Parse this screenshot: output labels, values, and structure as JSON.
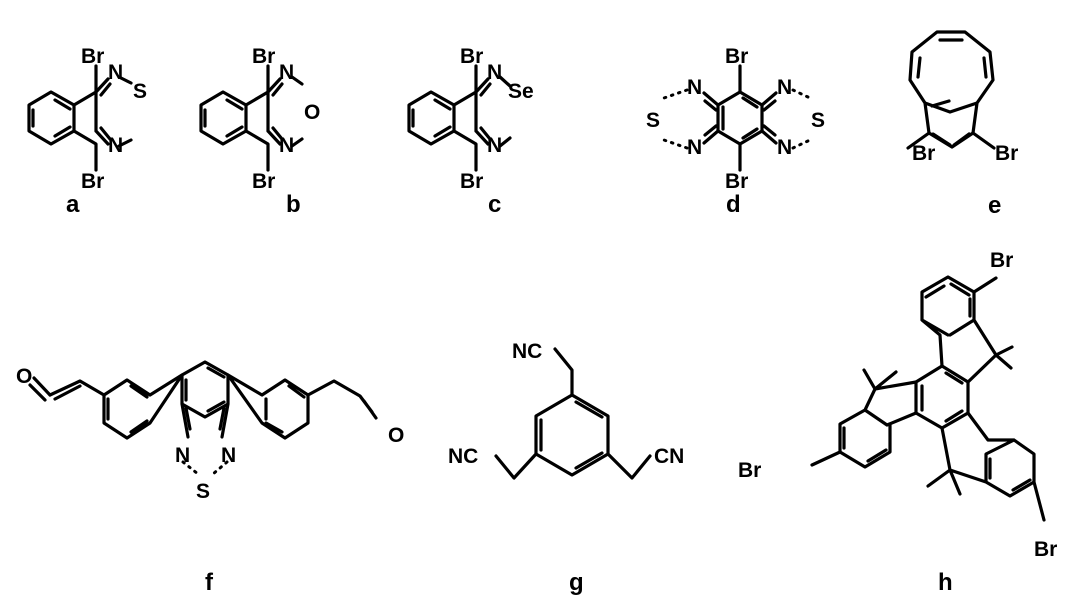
{
  "compounds": [
    {
      "label": "a",
      "atoms": {
        "top": "Br",
        "bottom": "Br",
        "n1": "N",
        "n2": "N",
        "het": "S"
      }
    },
    {
      "label": "b",
      "atoms": {
        "top": "Br",
        "bottom": "Br",
        "n1": "N",
        "n2": "N",
        "het": "O"
      }
    },
    {
      "label": "c",
      "atoms": {
        "top": "Br",
        "bottom": "Br",
        "n1": "N",
        "n2": "N",
        "het": "Se"
      }
    },
    {
      "label": "d",
      "atoms": {
        "top": "Br",
        "bottom": "Br",
        "n1": "N",
        "n2": "N",
        "n3": "N",
        "n4": "N",
        "s_left": "S",
        "s_right": "S"
      }
    },
    {
      "label": "e",
      "atoms": {
        "left": "Br",
        "right": "Br"
      }
    },
    {
      "label": "f",
      "atoms": {
        "n1": "N",
        "n2": "N",
        "s": "S",
        "o_left": "O",
        "o_right": "O"
      }
    },
    {
      "label": "g",
      "atoms": {
        "top": "NC",
        "left": "NC",
        "right": "CN"
      }
    },
    {
      "label": "h",
      "atoms": {
        "top": "Br",
        "left": "Br",
        "bottom": "Br"
      }
    }
  ]
}
